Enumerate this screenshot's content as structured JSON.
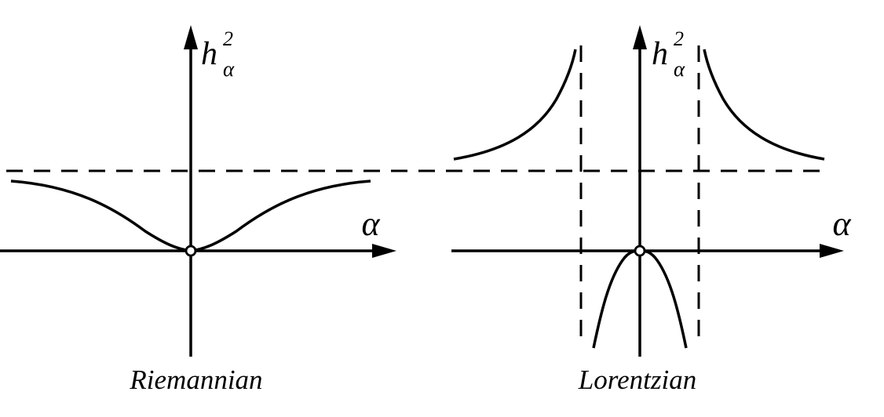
{
  "figure": {
    "background_color": "#ffffff",
    "line_color": "#000000",
    "panels": [
      {
        "name": "riemannian",
        "caption": "Riemannian",
        "x_axis_label": "α",
        "y_axis_label": {
          "base": "h",
          "sup": "2",
          "sub": "α"
        },
        "origin_marker": "open-circle",
        "asymptotes": {
          "horizontal_dashed": 1,
          "vertical_dashed": 0
        },
        "curve_shape": "single smooth curve touching zero at origin and approaching the horizontal dashed asymptote on both sides"
      },
      {
        "name": "lorentzian",
        "caption": "Lorentzian",
        "x_axis_label": "α",
        "y_axis_label": {
          "base": "h",
          "sup": "2",
          "sub": "α"
        },
        "origin_marker": "open-circle",
        "asymptotes": {
          "horizontal_dashed": 1,
          "vertical_dashed": 2
        },
        "curve_shape": "two upper branches diverging to +infinity at the vertical dashed asymptotes and approaching the horizontal dashed asymptote outward; central lower branch touching zero at origin and diverging to -infinity between the vertical asymptotes"
      }
    ]
  }
}
